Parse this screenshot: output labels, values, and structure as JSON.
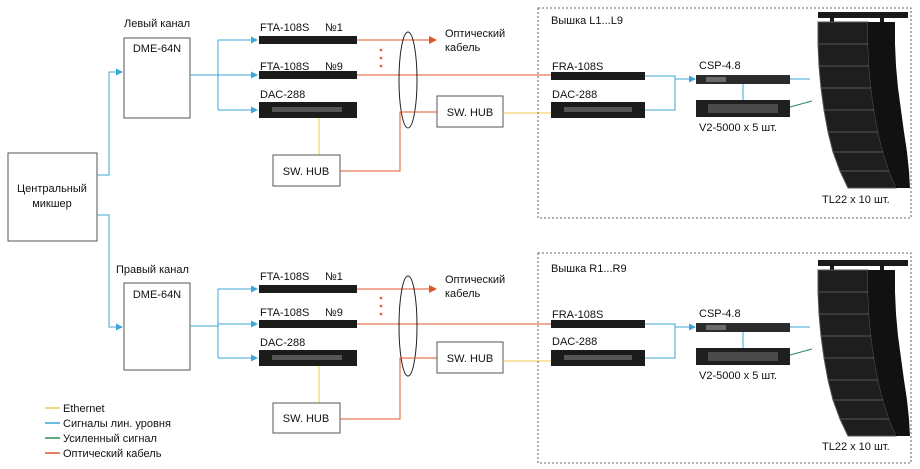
{
  "mixer": {
    "line1": "Центральный",
    "line2": "микшер"
  },
  "left": {
    "channel": "Левый канал",
    "tower": "Вышка L1...L9"
  },
  "right": {
    "channel": "Правый канал",
    "tower": "Вышка R1...R9"
  },
  "devices": {
    "dme": "DME-64N",
    "fta": "FTA-108S",
    "n1": "№1",
    "n9": "№9",
    "dac": "DAC-288",
    "fra": "FRA-108S",
    "csp": "CSP-4.8",
    "amp": "V2-5000 x 5 шт.",
    "hub": "SW. HUB",
    "speaker": "TL22 x 10 шт."
  },
  "optic": {
    "line1": "Оптический",
    "line2": "кабель"
  },
  "legend": [
    {
      "label": "Ethernet",
      "color": "#f2c94c"
    },
    {
      "label": "Сигналы лин. уровня",
      "color": "#3ea7d6"
    },
    {
      "label": "Усиленный сигнал",
      "color": "#2e8b57"
    },
    {
      "label": "Оптический кабель",
      "color": "#e0562b"
    }
  ]
}
